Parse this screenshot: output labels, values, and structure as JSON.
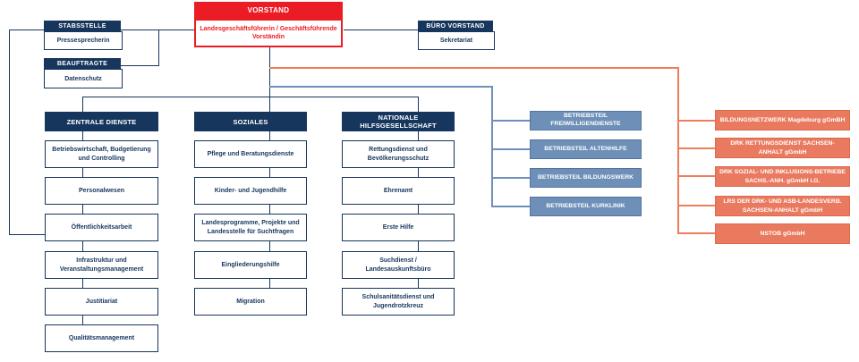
{
  "palette": {
    "navy": "#17365D",
    "red": "#EC1C24",
    "steel_fill": "#6D8FB8",
    "steel_border": "#54749E",
    "salmon_fill": "#E97A5F",
    "salmon_border": "#DB6A4E",
    "orange_line": "#EE7D5C"
  },
  "top": {
    "vorstand": {
      "header": "VORSTAND",
      "body": "Landesgeschäftsführerin / Geschäftsführende Vorständin"
    },
    "stabsstelle": {
      "header": "STABSSTELLE",
      "body": "Pressesprecherin"
    },
    "beauftragte": {
      "header": "BEAUFTRAGTE",
      "body": "Datenschutz"
    },
    "buero_vorstand": {
      "header": "BÜRO VORSTAND",
      "body": "Sekretariat"
    }
  },
  "columns": [
    {
      "header": "ZENTRALE DIENSTE",
      "items": [
        "Betriebswirtschaft, Budgetierung und Controlling",
        "Personalwesen",
        "Öffentlichkeitsarbeit",
        "Infrastruktur und Veranstaltungsmanagement",
        "Justitiariat",
        "Qualitätsmanagement"
      ]
    },
    {
      "header": "SOZIALES",
      "items": [
        "Pflege und Beratungsdienste",
        "Kinder- und Jugendhilfe",
        "Landesprogramme, Projekte und Landesstelle für Suchtfragen",
        "Eingliederungshilfe",
        "Migration"
      ]
    },
    {
      "header": "NATIONALE HILFSGESELLSCHAFT",
      "items": [
        "Rettungsdienst und Bevölkerungsschutz",
        "Ehrenamt",
        "Erste Hilfe",
        "Suchdienst / Landesauskunftsbüro",
        "Schulsanitätsdienst und Jugendrotzkreuz"
      ]
    }
  ],
  "betriebsteile": [
    "BETRIEBSTEIL FREIWILLIGENDIENSTE",
    "BETRIEBSTEIL ALTENHILFE",
    "BETRIEBSTEIL BILDUNGSWERK",
    "BETRIEBSTEIL KURKLINIK"
  ],
  "gesellschaften": [
    "BILDUNGSNETZWERK Magdeburg gGmBH",
    "DRK RETTUNGSDIENST SACHSEN-ANHALT gGmbH",
    "DRK SOZIAL- UND INKLUSIONS-BETRIEBE SACHS.-ANH. gGmbH i.G.",
    "LRS DER DRK- UND ASB-LANDESVERB. SACHSEN-ANHALT gGmbH",
    "NSTOB gGmbH"
  ]
}
